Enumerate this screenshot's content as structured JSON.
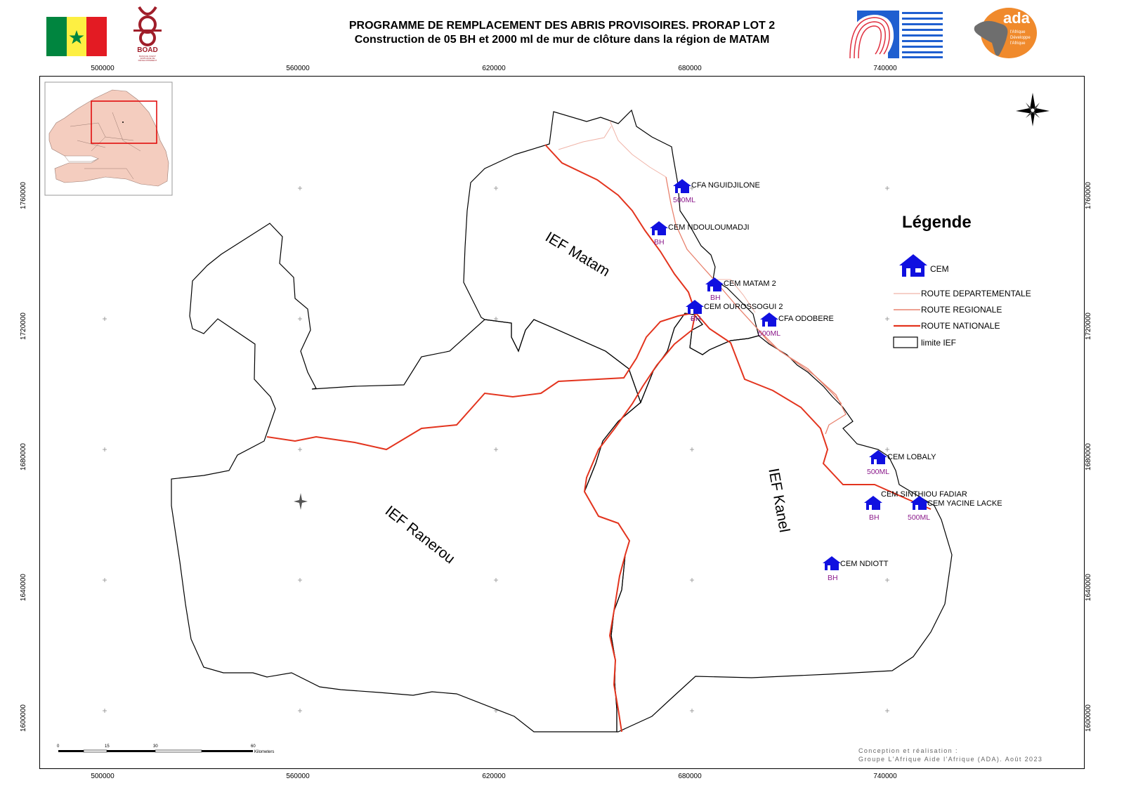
{
  "header": {
    "title_line1": "PROGRAMME DE REMPLACEMENT DES ABRIS PROVISOIRES. PRORAP LOT 2",
    "title_line2": "Construction de 05 BH et 2000 ml de mur de clôture dans la région de MATAM"
  },
  "logos": {
    "boad_text": "BOAD",
    "boad_subtext": "BANQUE OUEST AFRICAINE DE DÉVELOPPEMENT",
    "ada_text": "ada",
    "ada_subtext": "l'Afrique Développe l'Afrique"
  },
  "axes": {
    "x_ticks": [
      "500000",
      "560000",
      "620000",
      "680000",
      "740000"
    ],
    "y_ticks": [
      "1760000",
      "1720000",
      "1680000",
      "1640000",
      "1600000"
    ]
  },
  "regions": [
    {
      "id": "matam",
      "label": "IEF Matam"
    },
    {
      "id": "ranerou",
      "label": "IEF Ranerou"
    },
    {
      "id": "kanel",
      "label": "IEF Kanel"
    }
  ],
  "sites": [
    {
      "id": "cfa-nguidjilone",
      "label": "CFA NGUIDJILONE",
      "work": "500ML"
    },
    {
      "id": "cem-ndouloumadji",
      "label": "CEM NDOULOUMADJI",
      "work": "BH"
    },
    {
      "id": "cem-matam-2",
      "label": "CEM MATAM 2",
      "work": "BH"
    },
    {
      "id": "cem-ourossogui-2",
      "label": "CEM OUROSSOGUI 2",
      "work": "BH"
    },
    {
      "id": "cfa-odobere",
      "label": "CFA ODOBERE",
      "work": "500ML"
    },
    {
      "id": "cem-lobaly",
      "label": "CEM LOBALY",
      "work": "500ML"
    },
    {
      "id": "cem-sinthiou-fadiar",
      "label": "CEM SINTHIOU FADIAR",
      "work": "BH"
    },
    {
      "id": "cem-yacine-lacke",
      "label": "CEM YACINE LACKE",
      "work": "500ML"
    },
    {
      "id": "cem-ndiott",
      "label": "CEM NDIOTT",
      "work": "BH"
    }
  ],
  "legend": {
    "title": "Légende",
    "items": [
      {
        "label": "CEM"
      },
      {
        "label": "ROUTE DEPARTEMENTALE",
        "color": "#f0b4a8"
      },
      {
        "label": "ROUTE REGIONALE",
        "color": "#e8826e"
      },
      {
        "label": "ROUTE NATIONALE",
        "color": "#e3341e"
      },
      {
        "label": "limite IEF",
        "color": "#000000"
      }
    ]
  },
  "scale_bar": {
    "ticks": [
      "0",
      "15",
      "30",
      "60"
    ],
    "unit": "Kilometers"
  },
  "credits": {
    "line1": "Conception et réalisation :",
    "line2": "Groupe L'Afrique Aide l'Afrique (ADA). Août 2023"
  },
  "colors": {
    "icon": "#1010e0",
    "work_label": "#8b1a8b",
    "inset_land": "#f4cdbf",
    "inset_frame": "#e00000"
  }
}
